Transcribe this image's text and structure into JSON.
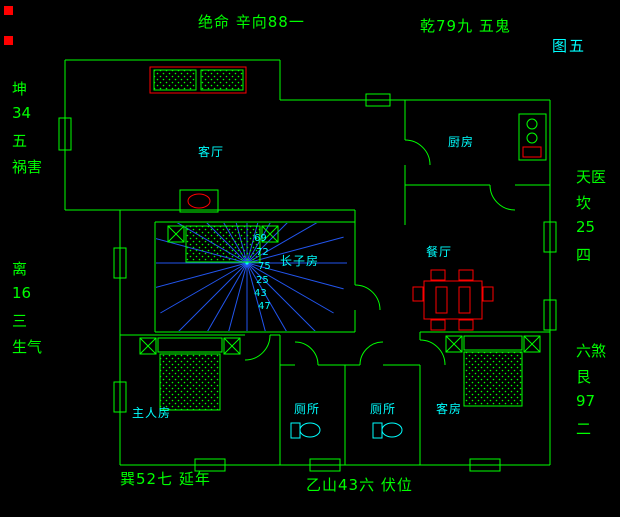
{
  "figure": {
    "caption": "图五"
  },
  "annotations": {
    "top_left": "绝命 辛向88一",
    "top_right": "乾79九 五鬼",
    "bottom_left": "巽52七 延年",
    "bottom_right": "乙山43六 伏位"
  },
  "side_labels": {
    "left_upper": [
      "坤",
      "34",
      "五",
      "祸害"
    ],
    "left_lower": [
      "离",
      "16",
      "三",
      "生气"
    ],
    "right_upper": [
      "天医",
      "坎",
      "25",
      "四"
    ],
    "right_lower": [
      "六煞",
      "艮",
      "97",
      "二"
    ]
  },
  "rooms": {
    "living": "客厅",
    "kitchen": "厨房",
    "eldest_son": "长子房",
    "dining": "餐厅",
    "master": "主人房",
    "toilet_left": "厕所",
    "toilet_right": "厕所",
    "guest": "客房"
  },
  "compass_numbers": [
    "69",
    "72",
    "75",
    "25",
    "43",
    "47"
  ],
  "colors": {
    "background": "#000000",
    "wall": "#00ff00",
    "cyan": "#00ffff",
    "accent": "#ff0000",
    "green_text": "#00ff00",
    "compass_line": "#2255ee"
  }
}
